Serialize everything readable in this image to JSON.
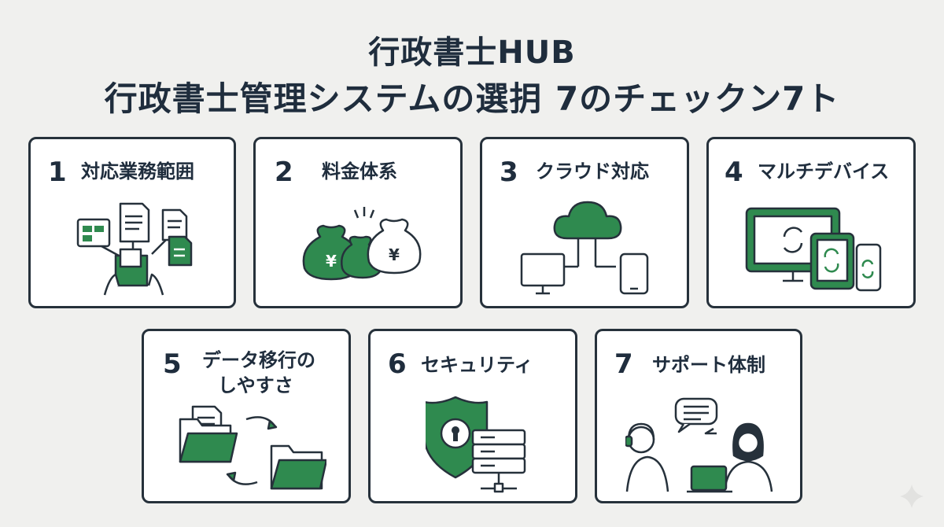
{
  "title": {
    "line1": "行政書士HUB",
    "line2": "行政書士管理システムの選抈 7のチェックン7ト"
  },
  "colors": {
    "accent": "#2f8a4f",
    "ink": "#26313b",
    "background": "#f0f0ee"
  },
  "cards": [
    {
      "number": "1",
      "label": "対応業務範囲",
      "icon": "documents-folder-icon"
    },
    {
      "number": "2",
      "label": "料金体系",
      "icon": "money-bags-icon"
    },
    {
      "number": "3",
      "label": "クラウド対応",
      "icon": "cloud-devices-icon"
    },
    {
      "number": "4",
      "label": "マルチデバイス",
      "icon": "multi-device-sync-icon"
    },
    {
      "number": "5",
      "label_line1": "データ移行の",
      "label_line2": "しやすさ",
      "icon": "data-migration-icon"
    },
    {
      "number": "6",
      "label": "セキュリティ",
      "icon": "security-shield-server-icon"
    },
    {
      "number": "7",
      "label": "サポート体制",
      "icon": "support-staff-icon"
    }
  ]
}
